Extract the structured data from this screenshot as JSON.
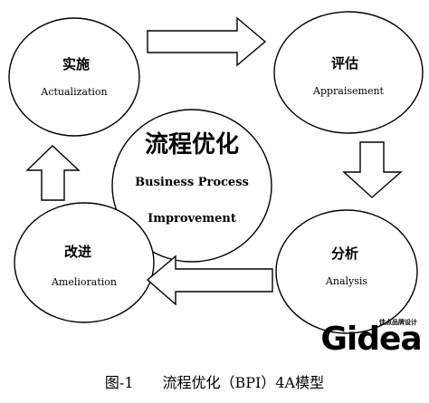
{
  "center": {
    "title_zh": "流程优化",
    "title_en_line1": "Business Process",
    "title_en_line2": "Improvement"
  },
  "nodes": {
    "actualization": {
      "zh": "实施",
      "en": "Actualization"
    },
    "appraisement": {
      "zh": "评估",
      "en": "Appraisement"
    },
    "analysis": {
      "zh": "分析",
      "en": "Analysis"
    },
    "amelioration": {
      "zh": "改进",
      "en": "Amelioration"
    }
  },
  "logo": {
    "name": "Gidea",
    "tagline": "佳点品牌设计"
  },
  "caption": "图-1　　流程优化（BPI）4A模型",
  "colors": {
    "stroke": "#000000",
    "fill": "#ffffff"
  }
}
